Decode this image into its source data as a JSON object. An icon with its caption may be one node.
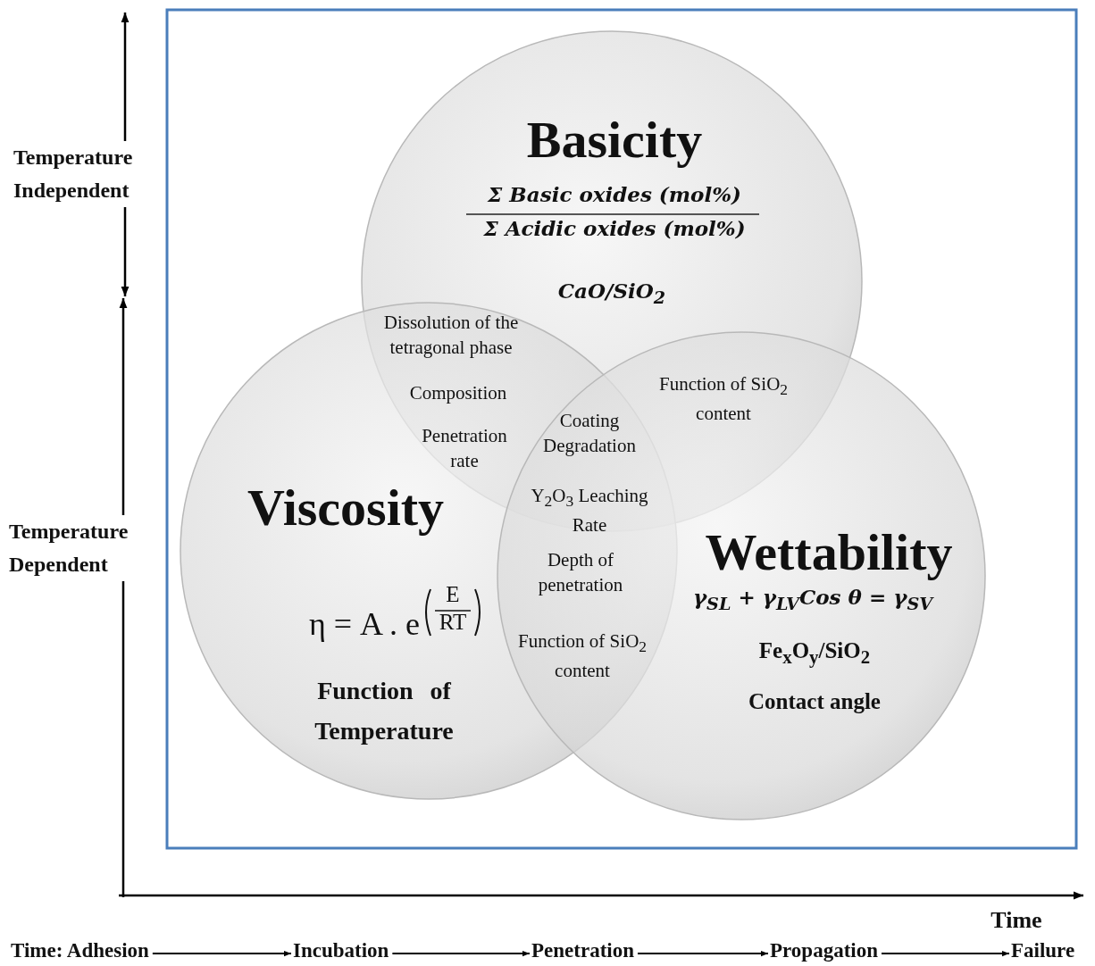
{
  "diagram": {
    "nodes": [
      {
        "text": [
          "Basicity",
          "Σ Basic oxides (mol%)",
          "Σ Acidic oxides (mol%)",
          "CaO/SiO$_{2}$"
        ]
      },
      {
        "text": [
          "Viscosity",
          "η = A . e",
          "E",
          "RT",
          "Function of Temperature"
        ]
      },
      {
        "text": [
          "Wettability",
          "γ$_{SL}$ + γ$_{LV}$Cos θ = γ$_{SV}$",
          "Fe$_{x}$O$_{y}$/SiO$_{2}$",
          "Contact angle"
        ]
      },
      {
        "text": [
          "Time: Adhesion"
        ]
      },
      {
        "text": [
          "Incubation"
        ]
      },
      {
        "text": [
          "Penetration"
        ]
      },
      {
        "text": [
          "Propagation"
        ]
      },
      {
        "text": [
          "Failure"
        ]
      }
    ],
    "edges": [
      {
        "from": 3,
        "to": 4,
        "arrow": "to"
      },
      {
        "from": 4,
        "to": 5,
        "arrow": "to"
      },
      {
        "from": 5,
        "to": 6,
        "arrow": "to"
      },
      {
        "from": 6,
        "to": 7,
        "arrow": "to"
      }
    ],
    "labels": [
      "Temperature Independent",
      "Temperature Dependent",
      "Dissolution of the tetragonal phase",
      "Composition",
      "Penetration rate",
      "Function of SiO$_{2}$ content",
      "Coating Degradation",
      "Y$_{2}$O$_{3}$ Leaching Rate",
      "Depth of penetration",
      "Function of SiO$_{2}$ content",
      "Time"
    ]
  }
}
